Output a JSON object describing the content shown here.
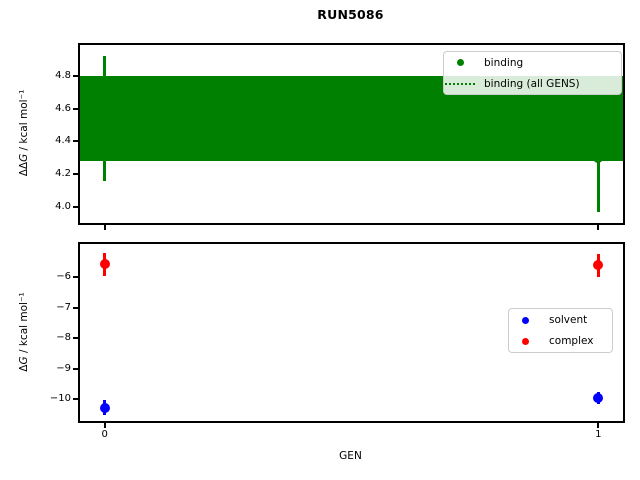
{
  "figure_title": "RUN5086",
  "colors": {
    "binding": "#008000",
    "solvent": "#0000ff",
    "complex": "#ff0000",
    "spine": "#000000",
    "background": "#ffffff"
  },
  "chart_data": [
    {
      "type": "scatter",
      "title": "RUN5086",
      "xlabel": "",
      "ylabel": {
        "pre": "ΔΔ",
        "var": "G",
        "post": " / kcal mol⁻¹"
      },
      "xlim": [
        -0.05,
        1.05
      ],
      "ylim": [
        3.905,
        4.985
      ],
      "grid": false,
      "xtick_vals": [
        0,
        1
      ],
      "xtick_labels": [
        "",
        ""
      ],
      "ytick_vals": [
        4.8,
        4.6,
        4.4,
        4.2,
        4.0
      ],
      "ytick_labels": [
        "4.8",
        "4.6",
        "4.4",
        "4.2",
        "4.0"
      ],
      "band": {
        "label": "binding (all GENS)",
        "color": "#008000",
        "lo": 4.28,
        "hi": 4.8,
        "center": 4.54,
        "line_style": "dotted"
      },
      "series": [
        {
          "name": "binding",
          "color": "#008000",
          "marker": "circle",
          "x": [
            0,
            1
          ],
          "y": [
            4.54,
            4.3
          ],
          "err_lo": [
            4.16,
            3.97
          ],
          "err_hi": [
            4.92,
            4.63
          ]
        }
      ],
      "legend": {
        "position": "upper right",
        "entries": [
          {
            "label": "binding",
            "marker": "dot",
            "color": "#008000"
          },
          {
            "label": "binding (all GENS)",
            "marker": "dotted-line",
            "color": "#008000"
          }
        ]
      }
    },
    {
      "type": "scatter",
      "title": "",
      "xlabel": "GEN",
      "ylabel": {
        "pre": "Δ",
        "var": "G",
        "post": " / kcal mol⁻¹"
      },
      "xlim": [
        -0.05,
        1.05
      ],
      "ylim": [
        -10.71,
        -4.91
      ],
      "grid": false,
      "xtick_vals": [
        0,
        1
      ],
      "xtick_labels": [
        "0",
        "1"
      ],
      "ytick_vals": [
        -6,
        -7,
        -8,
        -9,
        -10
      ],
      "ytick_labels": [
        "−6",
        "−7",
        "−8",
        "−9",
        "−10"
      ],
      "series": [
        {
          "name": "solvent",
          "color": "#0000ff",
          "marker": "circle",
          "x": [
            0,
            1
          ],
          "y": [
            -10.27,
            -9.97
          ],
          "err_lo": [
            -10.52,
            -10.17
          ],
          "err_hi": [
            -10.02,
            -9.77
          ]
        },
        {
          "name": "complex",
          "color": "#ff0000",
          "marker": "circle",
          "x": [
            0,
            1
          ],
          "y": [
            -5.55,
            -5.6
          ],
          "err_lo": [
            -5.95,
            -5.98
          ],
          "err_hi": [
            -5.2,
            -5.22
          ]
        }
      ],
      "legend": {
        "position": "center right",
        "entries": [
          {
            "label": "solvent",
            "marker": "dot",
            "color": "#0000ff"
          },
          {
            "label": "complex",
            "marker": "dot",
            "color": "#ff0000"
          }
        ]
      }
    }
  ]
}
